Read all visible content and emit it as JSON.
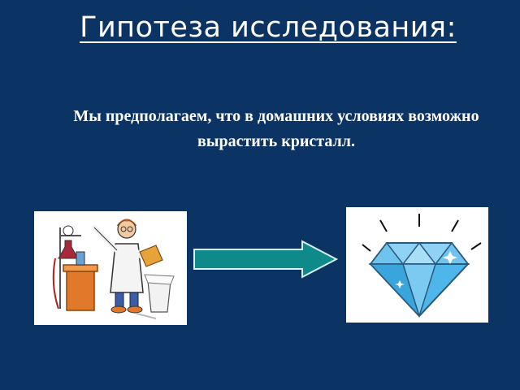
{
  "slide": {
    "title": "Гипотеза исследования:",
    "hypothesis_text": "Мы предполагаем, что в домашних условиях возможно вырастить кристалл."
  },
  "images": [
    {
      "icon": "scientist-lab-illustration"
    },
    {
      "icon": "diamond-crystal-illustration"
    }
  ],
  "arrow": {
    "icon": "right-arrow-icon",
    "color": "#0e8a8a"
  },
  "colors": {
    "background": "#0b3464",
    "text": "#ffffff",
    "diamond": "#4eb6ea"
  }
}
